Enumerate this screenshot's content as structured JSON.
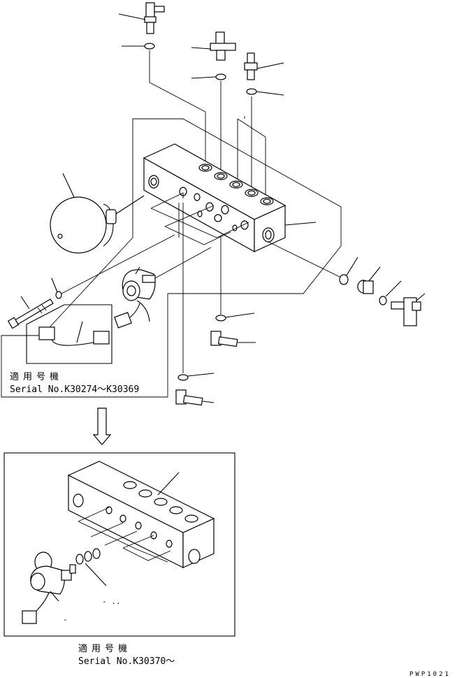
{
  "upper_note": {
    "label_jp": "適用号機",
    "serial": "Serial No.K30274～K30369"
  },
  "lower_note": {
    "label_jp": "適用号機",
    "serial": "Serial No.K30370～"
  },
  "drawing_code": "PWP1021",
  "stray_marks": {
    "a": "- ..",
    "b": "-"
  }
}
